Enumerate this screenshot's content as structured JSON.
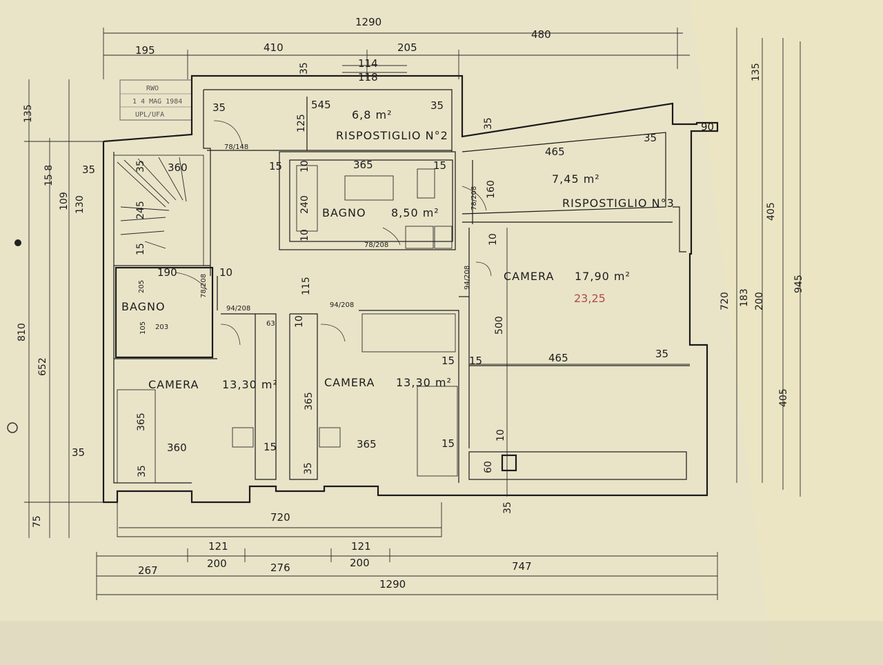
{
  "stamp": {
    "line1": "RWO",
    "line2": "1 4 MAG 1984",
    "line3": "UPL/UFA"
  },
  "rooms": {
    "ripostiglio2": {
      "area": "6,8 m²",
      "name": "RISPOSTIGLIO N°2"
    },
    "ripostiglio3": {
      "area": "7,45 m²",
      "name": "RISPOSTIGLIO N°3"
    },
    "bagno_main": {
      "name": "BAGNO",
      "area": "8,50 m²"
    },
    "bagno_small": {
      "name": "BAGNO"
    },
    "camera_big": {
      "name": "CAMERA",
      "area": "17,90 m²",
      "correction": "23,25"
    },
    "camera_left": {
      "name": "CAMERA",
      "area": "13,30 m²"
    },
    "camera_mid": {
      "name": "CAMERA",
      "area": "13,30 m²"
    }
  },
  "dims_top": {
    "total": "1290",
    "right": "480",
    "seg1": "195",
    "seg2": "410",
    "seg3": "205",
    "d114": "114",
    "d118": "118",
    "d35a": "35",
    "d35b": "35",
    "d35c": "35",
    "d35d": "35",
    "d545": "545",
    "d125": "125",
    "d465": "465",
    "d35e": "35",
    "d90": "90",
    "d160": "160",
    "d360": "360",
    "d15a": "15",
    "d10a": "10",
    "d365a": "365",
    "d15b": "15",
    "d35stair": "35",
    "d35f": "35",
    "d245": "245",
    "d240": "240",
    "d15c": "15",
    "d10b": "10",
    "d10c": "10",
    "d190": "190",
    "d10d": "10",
    "d115": "115"
  },
  "dims_mid": {
    "d500": "500",
    "d465": "465",
    "d35": "35",
    "d15a": "15",
    "d15b": "15",
    "d365a": "365",
    "d365b": "365",
    "d365c": "365",
    "d360": "360",
    "d15c": "15",
    "d15d": "15",
    "d35a": "35",
    "d35b": "35",
    "d35c": "35",
    "d35d": "35",
    "d10": "10",
    "d60": "60",
    "d10e": "10",
    "d63": "63",
    "d203": "203",
    "d105": "105",
    "d205": "205"
  },
  "doors": {
    "d1": "78/148",
    "d2": "78/208",
    "d3": "78/208",
    "d4": "94/208",
    "d5": "94/208",
    "d6": "94/208",
    "d7": "78/208"
  },
  "dims_bottom": {
    "d720": "720",
    "d121a": "121",
    "d200a": "200",
    "d121b": "121",
    "d200b": "200",
    "d267": "267",
    "d276": "276",
    "d747": "747",
    "total": "1290"
  },
  "dims_left": {
    "d135": "135",
    "d158": "15 8",
    "d109": "109",
    "d130": "130",
    "d810": "810",
    "d652": "652",
    "d75": "75"
  },
  "dims_right": {
    "d135": "135",
    "d405a": "405",
    "d720": "720",
    "d183": "183",
    "d200": "200",
    "d945": "945",
    "d405b": "405"
  }
}
